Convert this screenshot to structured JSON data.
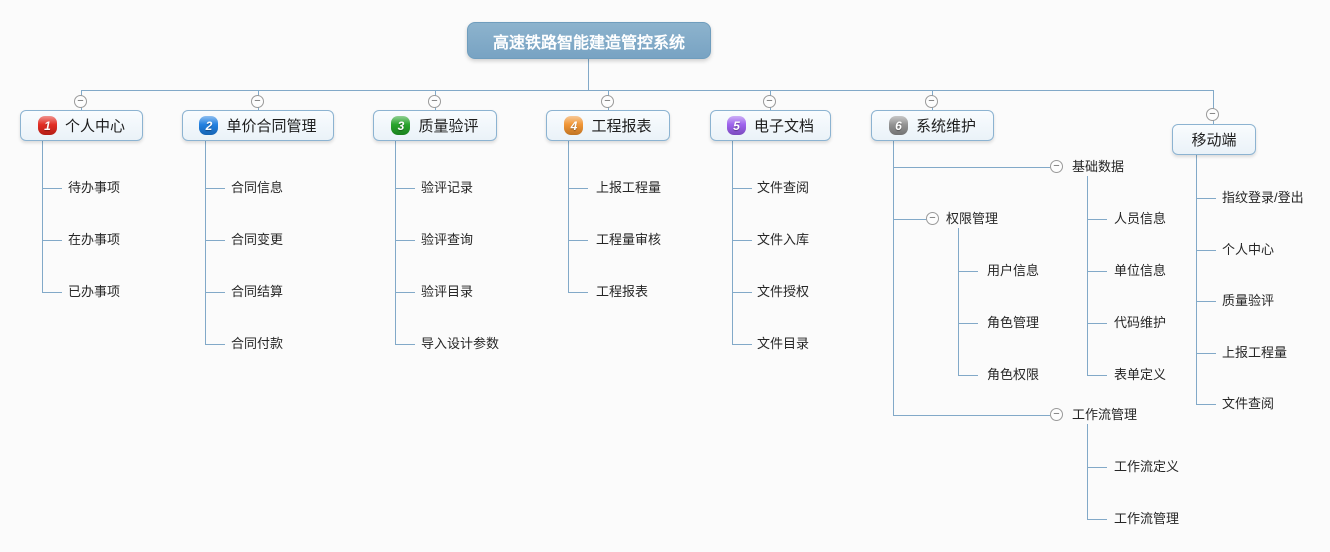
{
  "root": {
    "label": "高速铁路智能建造管控系统"
  },
  "branches": [
    {
      "label": "个人中心",
      "badge": "1",
      "badge_color": "#e1251b",
      "children": [
        "待办事项",
        "在办事项",
        "已办事项"
      ]
    },
    {
      "label": "单价合同管理",
      "badge": "2",
      "badge_color": "#1a7ce0",
      "children": [
        "合同信息",
        "合同变更",
        "合同结算",
        "合同付款"
      ]
    },
    {
      "label": "质量验评",
      "badge": "3",
      "badge_color": "#21a125",
      "children": [
        "验评记录",
        "验评查询",
        "验评目录",
        "导入设计参数"
      ]
    },
    {
      "label": "工程报表",
      "badge": "4",
      "badge_color": "#f0912d",
      "children": [
        "上报工程量",
        "工程量审核",
        "工程报表"
      ]
    },
    {
      "label": "电子文档",
      "badge": "5",
      "badge_color": "#9a5ded",
      "children": [
        "文件查阅",
        "文件入库",
        "文件授权",
        "文件目录"
      ]
    },
    {
      "label": "系统维护",
      "badge": "6",
      "badge_color": "#8f8f8f",
      "groups": [
        {
          "label": "权限管理",
          "children": [
            "用户信息",
            "角色管理",
            "角色权限"
          ]
        },
        {
          "label": "基础数据",
          "children": [
            "人员信息",
            "单位信息",
            "代码维护",
            "表单定义"
          ]
        },
        {
          "label": "工作流管理",
          "children": [
            "工作流定义",
            "工作流管理"
          ]
        }
      ]
    },
    {
      "label": "移动端",
      "children": [
        "指纹登录/登出",
        "个人中心",
        "质量验评",
        "上报工程量",
        "文件查阅"
      ]
    }
  ],
  "ui": {
    "collapse_symbol": "−"
  },
  "colors": {
    "connector": "#82a9c8",
    "root_bg": "#7ca6c5",
    "node_border": "#8cb3d1",
    "background": "#fbfbfb"
  }
}
